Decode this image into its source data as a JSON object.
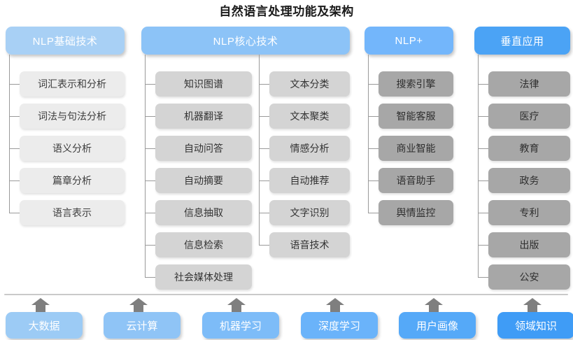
{
  "title": "自然语言处理功能及架构",
  "colors": {
    "group_basic": "#a8d0f5",
    "group_core": "#8cc3f7",
    "group_plus": "#73b6fb",
    "group_vertical": "#4ba3f5",
    "leaf_light": "#ececec",
    "leaf_mid": "#d4d4d4",
    "leaf_dark": "#a7a7a7",
    "connector": "#9a9a9a",
    "arrow": "#7f7f7f",
    "rule": "#c9c9c9"
  },
  "groups": [
    {
      "id": "nlp-basic",
      "label": "NLP基础技术",
      "columns": [
        {
          "id": "basic-col",
          "items": [
            "词汇表示和分析",
            "词法与句法分析",
            "语义分析",
            "篇章分析",
            "语言表示"
          ]
        }
      ]
    },
    {
      "id": "nlp-core",
      "label": "NLP核心技术",
      "columns": [
        {
          "id": "core-col-1",
          "items": [
            "知识图谱",
            "机器翻译",
            "自动问答",
            "自动摘要",
            "信息抽取",
            "信息检索",
            "社会媒体处理"
          ]
        },
        {
          "id": "core-col-2",
          "items": [
            "文本分类",
            "文本聚类",
            "情感分析",
            "自动推荐",
            "文字识别",
            "语音技术"
          ]
        }
      ]
    },
    {
      "id": "nlp-plus",
      "label": "NLP+",
      "columns": [
        {
          "id": "plus-col",
          "items": [
            "搜索引擎",
            "智能客服",
            "商业智能",
            "语音助手",
            "舆情监控"
          ]
        }
      ]
    },
    {
      "id": "vertical-app",
      "label": "垂直应用",
      "columns": [
        {
          "id": "vertical-col",
          "items": [
            "法律",
            "医疗",
            "教育",
            "政务",
            "专利",
            "出版",
            "公安"
          ]
        }
      ]
    }
  ],
  "foundation": {
    "items": [
      {
        "label": "大数据",
        "color": "#9ccbf5"
      },
      {
        "label": "云计算",
        "color": "#8fc4f6"
      },
      {
        "label": "机器学习",
        "color": "#7dbcf8"
      },
      {
        "label": "深度学习",
        "color": "#6ab3fa"
      },
      {
        "label": "用户画像",
        "color": "#55a9f8"
      },
      {
        "label": "领域知识",
        "color": "#3f9cf6"
      }
    ]
  }
}
